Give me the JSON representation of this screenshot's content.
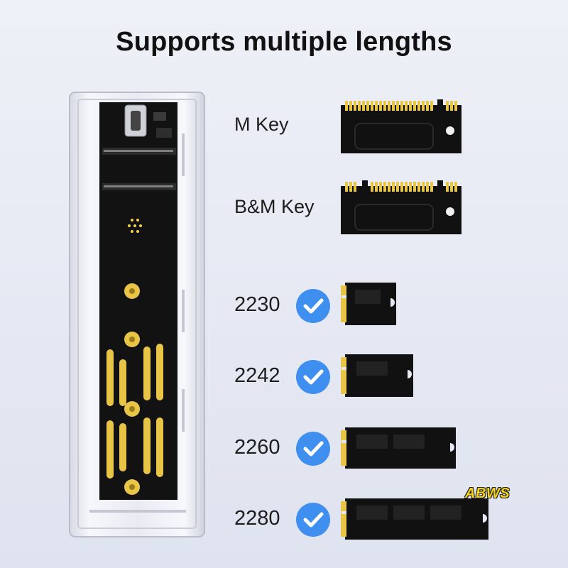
{
  "title": "Supports multiple lengths",
  "keys": [
    {
      "label": "M Key"
    },
    {
      "label": "B&M Key"
    }
  ],
  "lengths": [
    {
      "label": "2230",
      "supported": true
    },
    {
      "label": "2242",
      "supported": true
    },
    {
      "label": "2260",
      "supported": true
    },
    {
      "label": "2280",
      "supported": true
    }
  ],
  "watermark": "ABWS",
  "colors": {
    "background": "#e8eaf3",
    "pcb": "#111111",
    "gold_contacts": "#e8c447",
    "check_badge": "#3f8ff0"
  },
  "icons": [
    "check-circle-icon",
    "type-c-port-icon"
  ]
}
